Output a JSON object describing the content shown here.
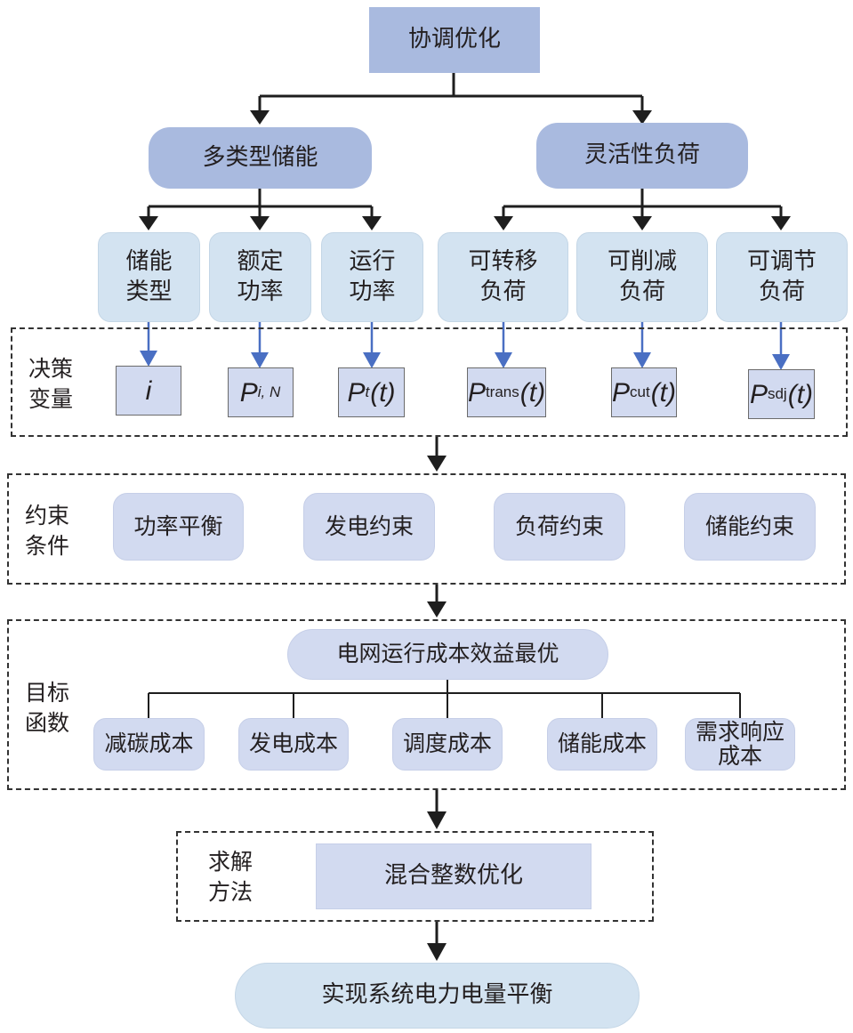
{
  "colors": {
    "dark_box": "#a9badf",
    "light_box": "#d3e3f1",
    "lilac_box": "#d2daf0",
    "black_arrow": "#1e1e1e",
    "blue_arrow": "#4a6fc3"
  },
  "root": {
    "label": "协调优化"
  },
  "branches": [
    {
      "label": "多类型储能",
      "children": [
        {
          "line1": "储能",
          "line2": "类型"
        },
        {
          "line1": "额定",
          "line2": "功率"
        },
        {
          "line1": "运行",
          "line2": "功率"
        }
      ]
    },
    {
      "label": "灵活性负荷",
      "children": [
        {
          "line1": "可转移",
          "line2": "负荷"
        },
        {
          "line1": "可削减",
          "line2": "负荷"
        },
        {
          "line1": "可调节",
          "line2": "负荷"
        }
      ]
    }
  ],
  "decision_variables": {
    "title_line1": "决策",
    "title_line2": "变量",
    "items": [
      {
        "main": "i",
        "sub": "",
        "arg": ""
      },
      {
        "main": "P",
        "sub": "i, N",
        "arg": ""
      },
      {
        "main": "P",
        "sub": "t",
        "arg": "(t)"
      },
      {
        "main": "P",
        "sub": "trans",
        "arg": "(t)"
      },
      {
        "main": "P",
        "sub": "cut",
        "arg": "(t)"
      },
      {
        "main": "P",
        "sub": "sdj",
        "arg": "(t)"
      }
    ]
  },
  "constraints": {
    "title_line1": "约束",
    "title_line2": "条件",
    "items": [
      "功率平衡",
      "发电约束",
      "负荷约束",
      "储能约束"
    ]
  },
  "objective": {
    "title_line1": "目标",
    "title_line2": "函数",
    "head": "电网运行成本效益最优",
    "items": [
      {
        "line1": "减碳成本",
        "line2": ""
      },
      {
        "line1": "发电成本",
        "line2": ""
      },
      {
        "line1": "调度成本",
        "line2": ""
      },
      {
        "line1": "储能成本",
        "line2": ""
      },
      {
        "line1": "需求响应",
        "line2": "成本"
      }
    ]
  },
  "solution": {
    "title_line1": "求解",
    "title_line2": "方法",
    "method": "混合整数优化"
  },
  "result": {
    "label": "实现系统电力电量平衡"
  }
}
